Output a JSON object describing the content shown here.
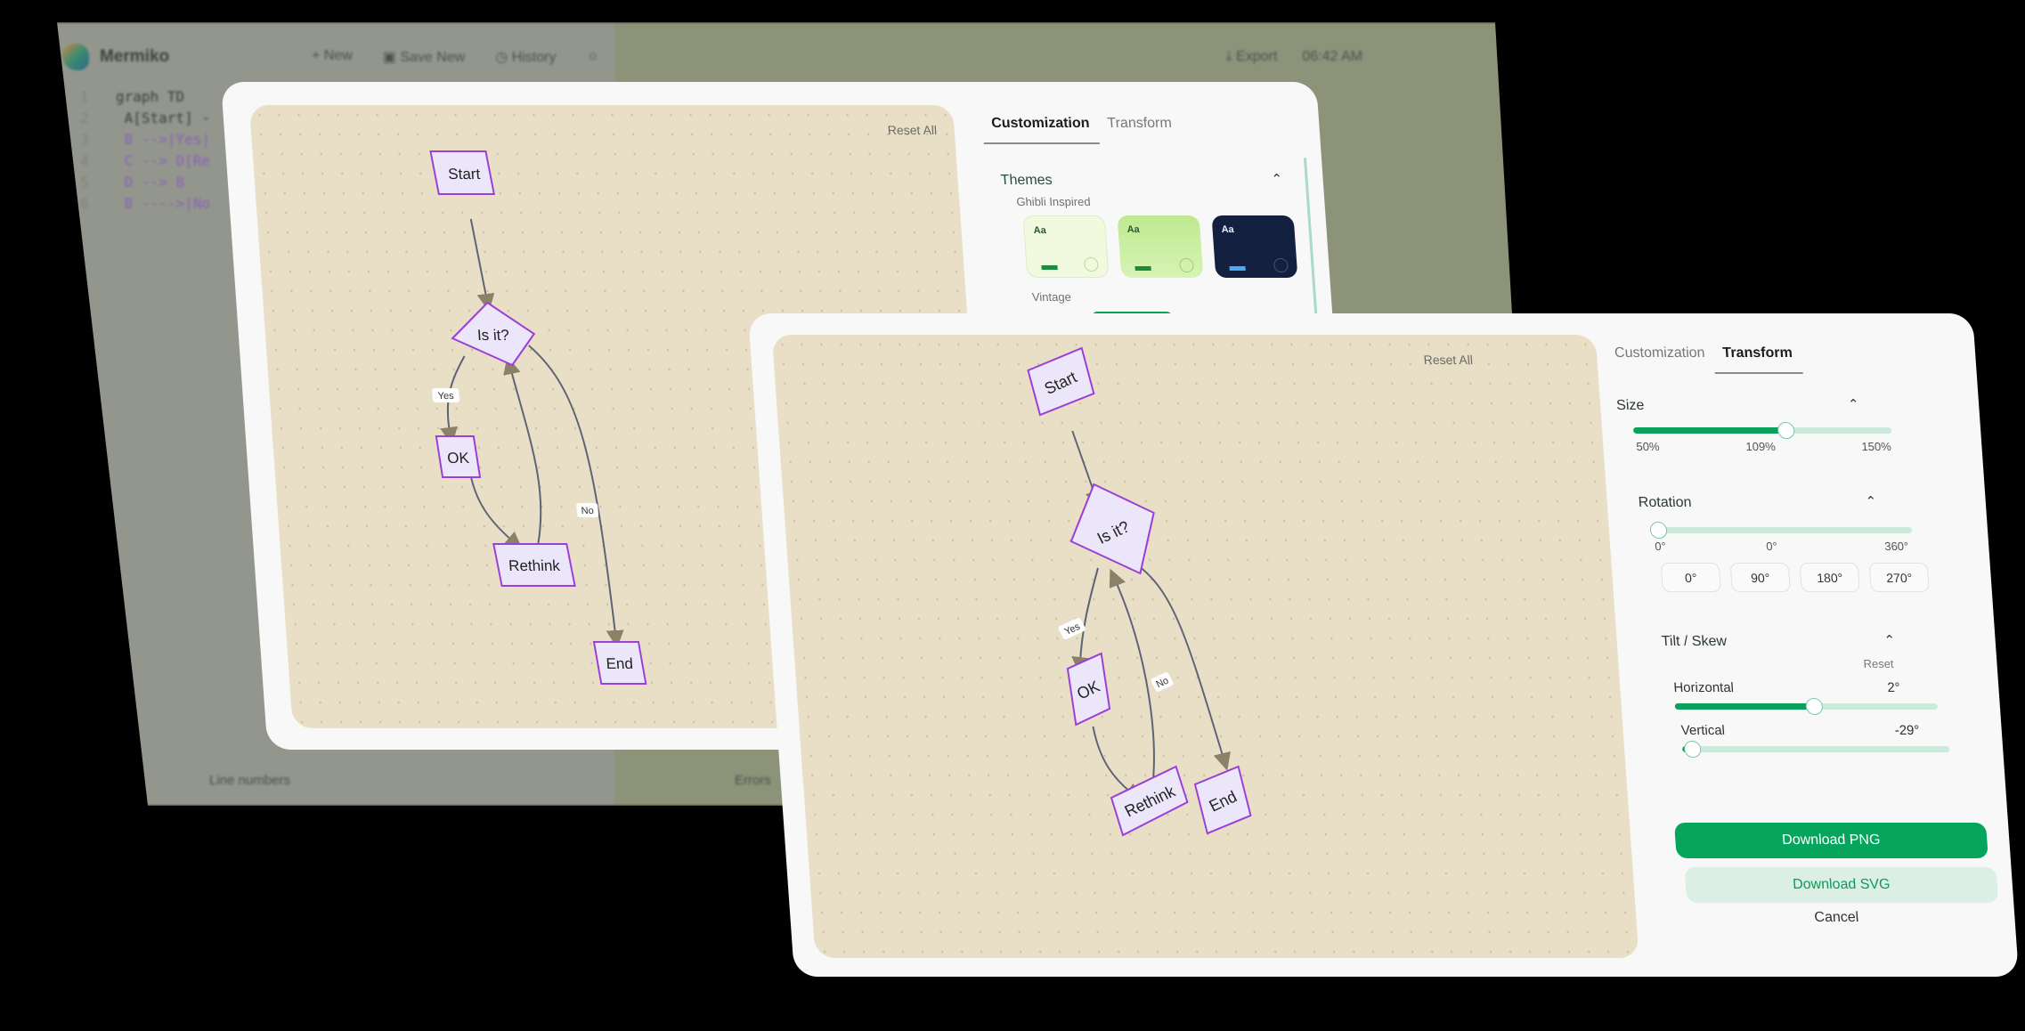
{
  "app": {
    "brand": "Mermiko",
    "nav": {
      "new": "+ New",
      "save_new": "Save New",
      "history": "History"
    },
    "export_label": "Export",
    "clock": "06:42 AM",
    "code_lines": [
      {
        "n": "1",
        "text": "graph TD"
      },
      {
        "n": "2",
        "text": "    A[Start] -"
      },
      {
        "n": "3",
        "text": "    B -->|Yes|"
      },
      {
        "n": "4",
        "text": "    C --> D[Re"
      },
      {
        "n": "5",
        "text": "    D --> B"
      },
      {
        "n": "6",
        "text": "    B ---->|No"
      }
    ],
    "footer": {
      "line_numbers": "Line numbers",
      "errors": "Errors"
    }
  },
  "modal_customization": {
    "reset_all": "Reset All",
    "tabs": [
      {
        "label": "Customization",
        "active": true
      },
      {
        "label": "Transform",
        "active": false
      }
    ],
    "themes": {
      "title": "Themes",
      "groups": [
        {
          "name": "Ghibli Inspired",
          "swatches": [
            {
              "label": "Aa",
              "bg": "#f1fadf",
              "fg": "#2f5a2a",
              "bar": "#1f8a3d",
              "ring": "#b9d79a"
            },
            {
              "label": "Aa",
              "bg": "#c9ee9e",
              "fg": "#2f5a2a",
              "bar": "#1f8a3d",
              "ring": "#9ccb77"
            },
            {
              "label": "Aa",
              "bg": "#13203f",
              "fg": "#e6ecff",
              "bar": "#4aa9f0",
              "ring": "#44557a"
            }
          ]
        },
        {
          "name": "Vintage",
          "swatches": []
        }
      ]
    }
  },
  "modal_transform": {
    "reset_all": "Reset All",
    "tabs": [
      {
        "label": "Customization",
        "active": false
      },
      {
        "label": "Transform",
        "active": true
      }
    ],
    "size": {
      "title": "Size",
      "min": "50%",
      "value": "109%",
      "max": "150%",
      "percent": 59
    },
    "rotation": {
      "title": "Rotation",
      "min": "0°",
      "value": "0°",
      "max": "360°",
      "percent": 0,
      "presets": [
        "0°",
        "90°",
        "180°",
        "270°"
      ]
    },
    "tilt": {
      "title": "Tilt / Skew",
      "reset": "Reset",
      "horizontal": {
        "label": "Horizontal",
        "value": "2°",
        "percent": 53
      },
      "vertical": {
        "label": "Vertical",
        "value": "-29°",
        "percent": 3
      }
    },
    "download_png": "Download PNG",
    "download_svg": "Download SVG",
    "cancel": "Cancel"
  },
  "diagram": {
    "nodes": {
      "start": "Start",
      "decision": "Is it?",
      "ok": "OK",
      "rethink": "Rethink",
      "end": "End"
    },
    "edge_labels": {
      "yes": "Yes",
      "no": "No"
    },
    "colors": {
      "node_fill": "#ece6fb",
      "node_stroke": "#9b3fd8",
      "edge": "#5f6375",
      "arrow": "#8d8068"
    }
  }
}
